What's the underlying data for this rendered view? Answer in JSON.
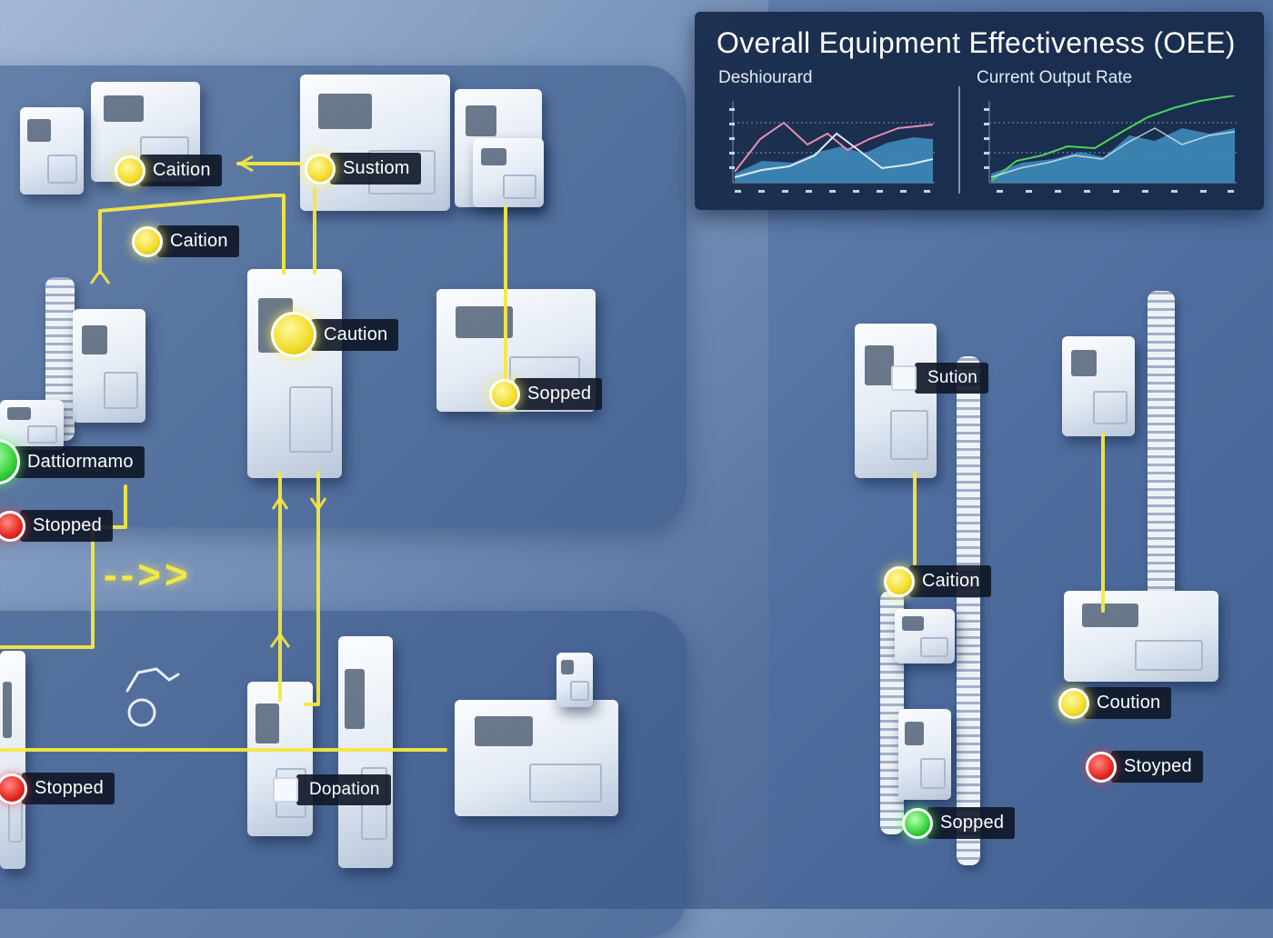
{
  "dashboard": {
    "title": "Overall Equipment Effectiveness (OEE)",
    "left_chart_label": "Deshiourard",
    "right_chart_label": "Current Output Rate",
    "colors": {
      "panel": "#16284a",
      "area_fill": "#3f8fc0",
      "line_pink": "#e48fb0",
      "line_white": "#dfe8f5",
      "line_green": "#4fd25a"
    }
  },
  "status_colors": {
    "caution": "#f2dc2a",
    "stopped": "#e52620",
    "running": "#34d23a",
    "connector": "#f4e842"
  },
  "stations": [
    {
      "state": "caution",
      "label": "Caition"
    },
    {
      "state": "caution",
      "label": "Sustiom"
    },
    {
      "state": "caution",
      "label": "Caition"
    },
    {
      "state": "caution",
      "label": "Caution"
    },
    {
      "state": "caution",
      "label": "Sopped"
    },
    {
      "state": "running",
      "label": "Dattiormamo"
    },
    {
      "state": "stopped",
      "label": "Stopped"
    },
    {
      "state": "stopped",
      "label": "Stopped"
    },
    {
      "state": "none",
      "label": "Dopation",
      "icon": "machine-thumbnail-icon"
    },
    {
      "state": "none",
      "label": "Sution",
      "icon": "machine-thumbnail-icon"
    },
    {
      "state": "caution",
      "label": "Caition"
    },
    {
      "state": "caution",
      "label": "Coution"
    },
    {
      "state": "stopped",
      "label": "Stoyped"
    },
    {
      "state": "running",
      "label": "Sopped"
    }
  ],
  "flow_arrow": "-->>",
  "icons": {
    "robot_arm": "robot-arm-icon",
    "flow": "flow-direction-arrow-icon"
  }
}
